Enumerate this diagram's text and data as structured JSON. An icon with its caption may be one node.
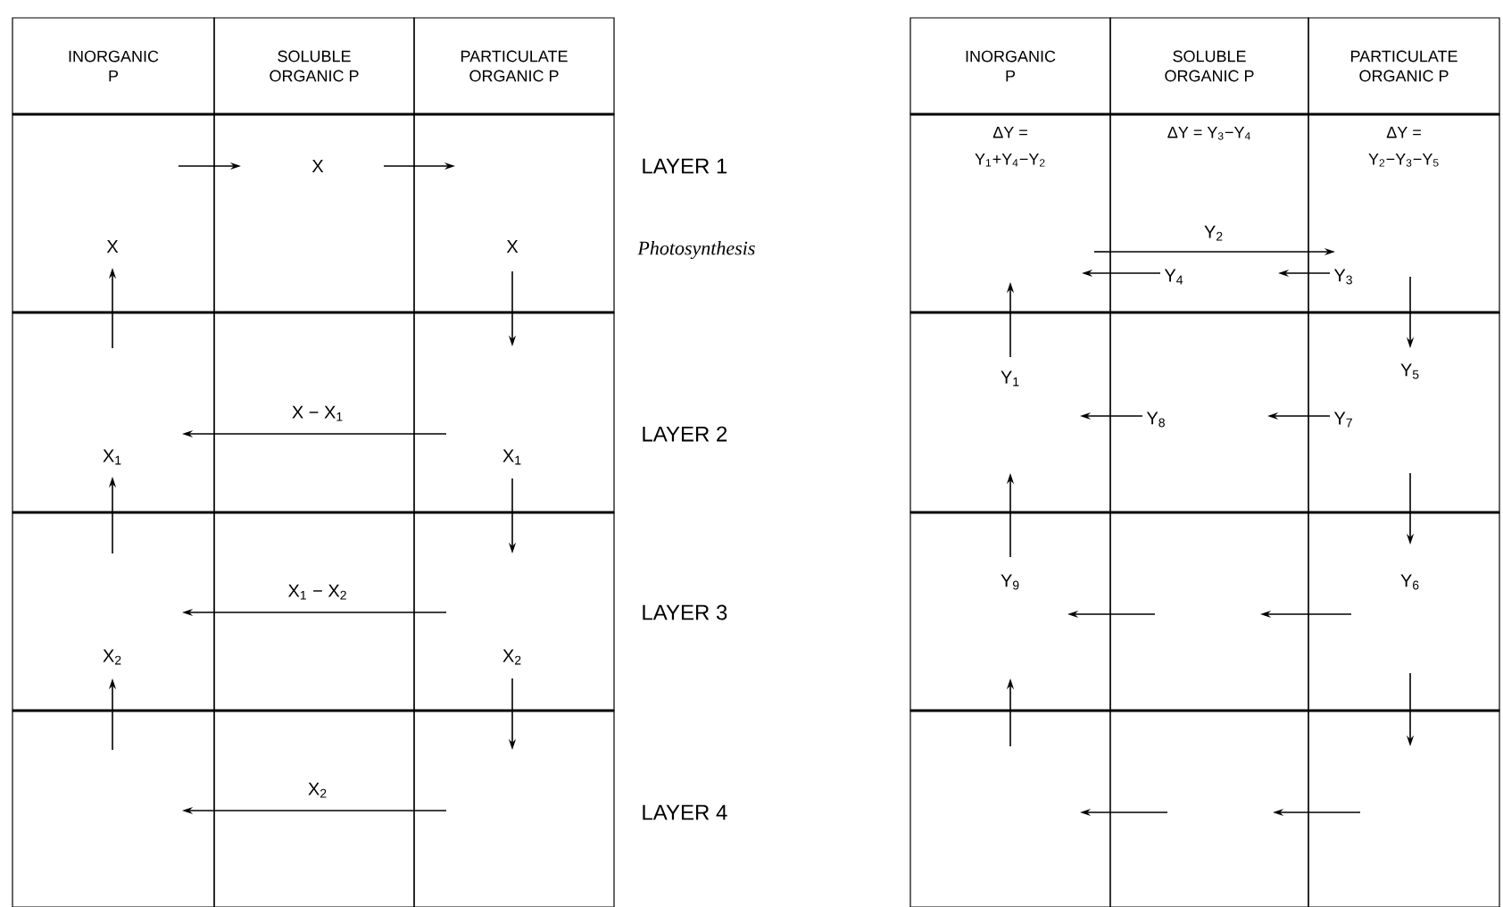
{
  "diagram": {
    "nodes": [
      {
        "text": [
          "INORGANIC P"
        ]
      },
      {
        "text": [
          "SOLUBLE ORGANIC P"
        ]
      },
      {
        "text": [
          "PARTICULATE ORGANIC P"
        ]
      },
      {
        "text": [],
        "shape": "box"
      },
      {
        "text": [],
        "shape": "box"
      },
      {
        "text": [],
        "shape": "box"
      },
      {
        "text": [],
        "shape": "box"
      },
      {
        "text": [],
        "shape": "box"
      },
      {
        "text": [],
        "shape": "box"
      },
      {
        "text": [],
        "shape": "box"
      },
      {
        "text": [],
        "shape": "box"
      },
      {
        "text": [],
        "shape": "box"
      },
      {
        "text": [],
        "shape": "box"
      },
      {
        "text": [],
        "shape": "box"
      },
      {
        "text": [],
        "shape": "box"
      },
      {
        "text": [
          "INORGANIC P"
        ]
      },
      {
        "text": [
          "SOLUBLE ORGANIC P"
        ]
      },
      {
        "text": [
          "PARTICULATE ORGANIC P"
        ]
      },
      {
        "text": [
          "ΔY = Y$_{1}$+Y$_{4}$−Y$_{2}$"
        ]
      },
      {
        "text": [
          "ΔY = Y$_{3}$−Y$_{4}$"
        ]
      },
      {
        "text": [
          "ΔY = Y$_{2}$−Y$_{3}$−Y$_{5}$"
        ]
      },
      {
        "text": [],
        "shape": "box"
      },
      {
        "text": [],
        "shape": "box"
      },
      {
        "text": [],
        "shape": "box"
      },
      {
        "text": [],
        "shape": "box"
      },
      {
        "text": [],
        "shape": "box"
      },
      {
        "text": [],
        "shape": "box"
      },
      {
        "text": [],
        "shape": "box"
      },
      {
        "text": [],
        "shape": "box"
      },
      {
        "text": [],
        "shape": "box"
      }
    ],
    "edges": [
      {
        "from": 3,
        "to": 4,
        "arrow": "to"
      },
      {
        "from": 4,
        "to": 5,
        "arrow": "to",
        "label": "X"
      },
      {
        "from": 6,
        "to": 3,
        "arrow": "to",
        "label": "X"
      },
      {
        "from": 5,
        "to": 8,
        "arrow": "to",
        "label": "X"
      },
      {
        "from": 8,
        "to": 7,
        "arrow": "none"
      },
      {
        "from": 7,
        "to": 6,
        "arrow": "to",
        "label": "X − X$_{1}$"
      },
      {
        "from": 9,
        "to": 6,
        "arrow": "to",
        "label": "X$_{1}$"
      },
      {
        "from": 8,
        "to": 11,
        "arrow": "to",
        "label": "X$_{1}$"
      },
      {
        "from": 11,
        "to": 10,
        "arrow": "none"
      },
      {
        "from": 10,
        "to": 9,
        "arrow": "to",
        "label": "X$_{1}$ − X$_{2}$"
      },
      {
        "from": 12,
        "to": 9,
        "arrow": "to",
        "label": "X$_{2}$"
      },
      {
        "from": 11,
        "to": 14,
        "arrow": "to",
        "label": "X$_{2}$"
      },
      {
        "from": 14,
        "to": 13,
        "arrow": "none"
      },
      {
        "from": 13,
        "to": 12,
        "arrow": "to",
        "label": "X$_{2}$"
      },
      {
        "from": 18,
        "to": 19,
        "arrow": "none"
      },
      {
        "from": 19,
        "to": 20,
        "arrow": "to",
        "label": "Y$_{2}$"
      },
      {
        "from": 19,
        "to": 18,
        "arrow": "to",
        "label": "Y$_{4}$"
      },
      {
        "from": 20,
        "to": 19,
        "arrow": "to",
        "label": "Y$_{3}$"
      },
      {
        "from": 21,
        "to": 18,
        "arrow": "to",
        "label": "Y$_{1}$"
      },
      {
        "from": 20,
        "to": 23,
        "arrow": "to",
        "label": "Y$_{5}$"
      },
      {
        "from": 22,
        "to": 21,
        "arrow": "to",
        "label": "Y$_{8}$"
      },
      {
        "from": 23,
        "to": 22,
        "arrow": "to",
        "label": "Y$_{7}$"
      },
      {
        "from": 24,
        "to": 21,
        "arrow": "to",
        "label": "Y$_{9}$"
      },
      {
        "from": 23,
        "to": 26,
        "arrow": "to",
        "label": "Y$_{6}$"
      },
      {
        "from": 25,
        "to": 24,
        "arrow": "to"
      },
      {
        "from": 26,
        "to": 25,
        "arrow": "to"
      },
      {
        "from": 27,
        "to": 24,
        "arrow": "to"
      },
      {
        "from": 26,
        "to": 29,
        "arrow": "to"
      },
      {
        "from": 28,
        "to": 27,
        "arrow": "to"
      },
      {
        "from": 29,
        "to": 28,
        "arrow": "to"
      }
    ],
    "labels": [
      "LAYER 1",
      "Photosynthesis",
      "LAYER 2",
      "LAYER 3",
      "LAYER 4"
    ]
  }
}
